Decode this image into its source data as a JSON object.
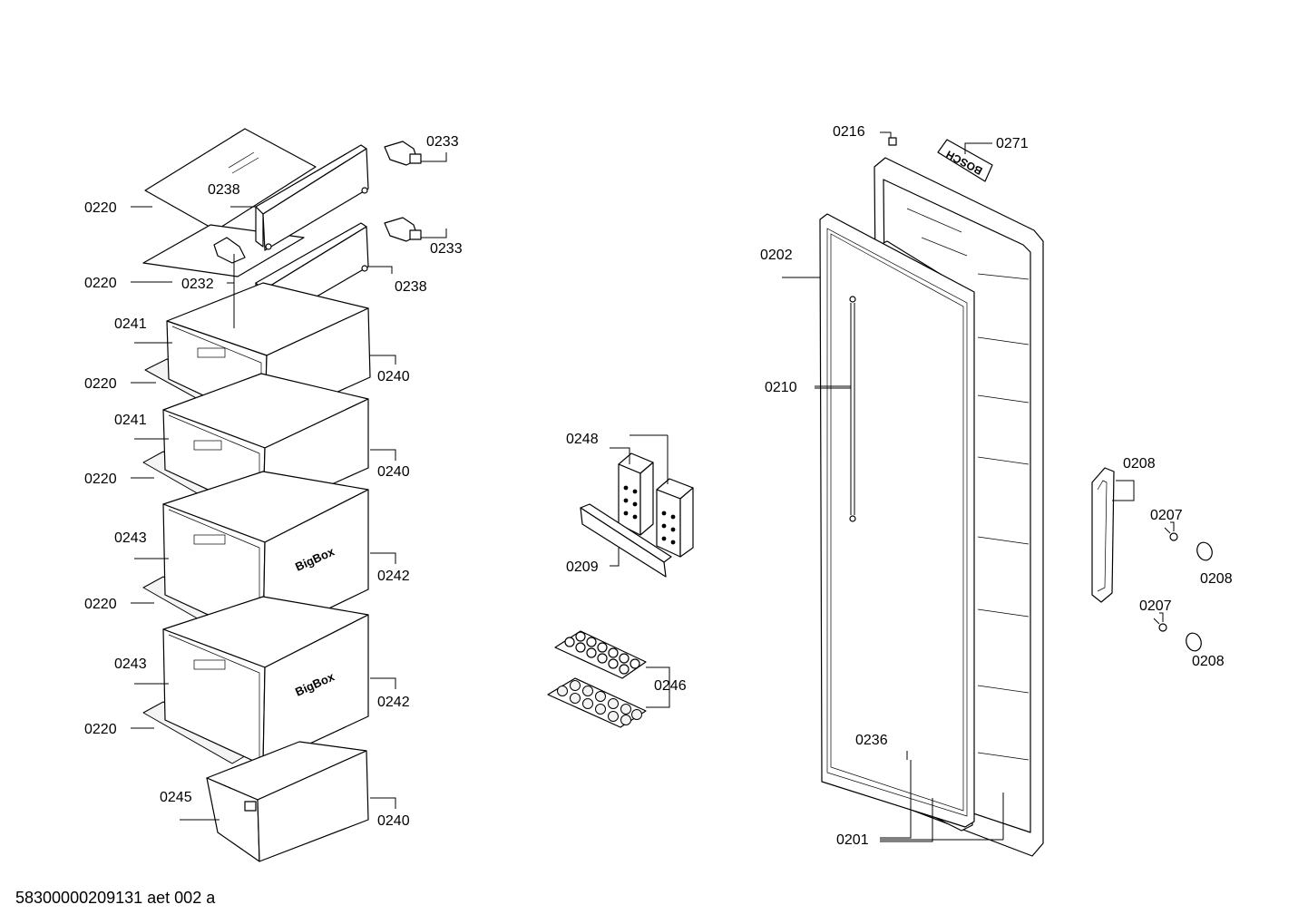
{
  "callouts": {
    "c0220a": "0220",
    "c0220b": "0220",
    "c0220c": "0220",
    "c0220d": "0220",
    "c0220e": "0220",
    "c0220f": "0220",
    "c0238a": "0238",
    "c0238b": "0238",
    "c0233a": "0233",
    "c0233b": "0233",
    "c0232": "0232",
    "c0241a": "0241",
    "c0241b": "0241",
    "c0240a": "0240",
    "c0240b": "0240",
    "c0240c": "0240",
    "c0243a": "0243",
    "c0243b": "0243",
    "c0242a": "0242",
    "c0242b": "0242",
    "c0245": "0245",
    "c0248": "0248",
    "c0209": "0209",
    "c0246": "0246",
    "c0216": "0216",
    "c0271": "0271",
    "c0202": "0202",
    "c0210": "0210",
    "c0208a": "0208",
    "c0208b": "0208",
    "c0208c": "0208",
    "c0207a": "0207",
    "c0207b": "0207",
    "c0236": "0236",
    "c0201": "0201"
  },
  "labels": {
    "bigbox": "BigBox",
    "brand_badge": "BOSCH"
  },
  "footer": "58300000209131 aet 002 a"
}
